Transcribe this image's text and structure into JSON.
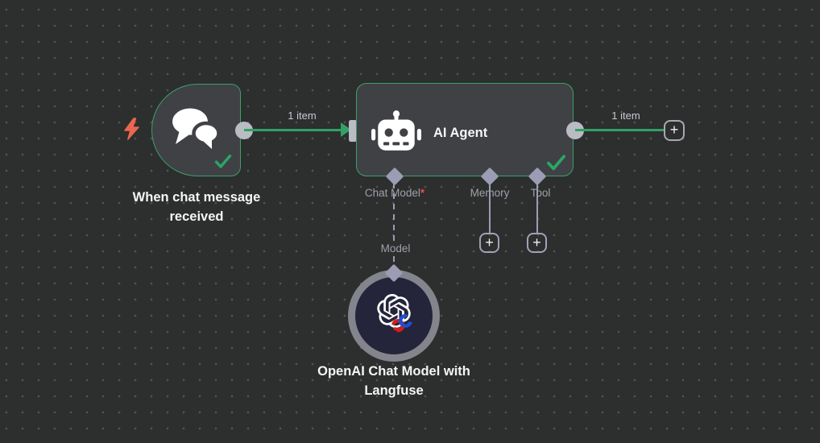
{
  "app": "n8n-workflow-canvas",
  "colors": {
    "canvas_bg": "#2d2e2e",
    "node_fill": "#3f4145",
    "success_green": "#31a165",
    "connector_gray": "#b9bcc3",
    "endpoint_lavender": "#9c9cb4",
    "label_gray": "#9da0a8",
    "title_white": "#f4f5f6",
    "required_red": "#ef4b40",
    "trigger_bolt_orange": "#e9674f",
    "openai_node_bg": "#24243a",
    "openai_ring_gray": "#84848d"
  },
  "icons": {
    "trigger_bolt": "lightning-icon",
    "trigger": "chat-bubbles-icon",
    "agent": "robot-icon",
    "openai": "openai-logo-icon",
    "openai_overlay": "langfuse-links-icon",
    "status": "check-icon",
    "add": "plus-icon"
  },
  "nodes": {
    "trigger": {
      "title": "When chat message received",
      "status": "success"
    },
    "agent": {
      "title": "AI Agent",
      "status": "success",
      "inputs": {
        "chat_model": {
          "label": "Chat Model",
          "required_marker": "*"
        },
        "memory": {
          "label": "Memory"
        },
        "tool": {
          "label": "Tool"
        }
      }
    },
    "openai": {
      "title": "OpenAI Chat Model with Langfuse"
    }
  },
  "connections": {
    "trigger_to_agent": {
      "items_label": "1 item"
    },
    "agent_to_next": {
      "items_label": "1 item"
    },
    "chat_model_link": {
      "label": "Model"
    }
  },
  "buttons": {
    "add_next_node": "+",
    "add_memory": "+",
    "add_tool": "+"
  }
}
